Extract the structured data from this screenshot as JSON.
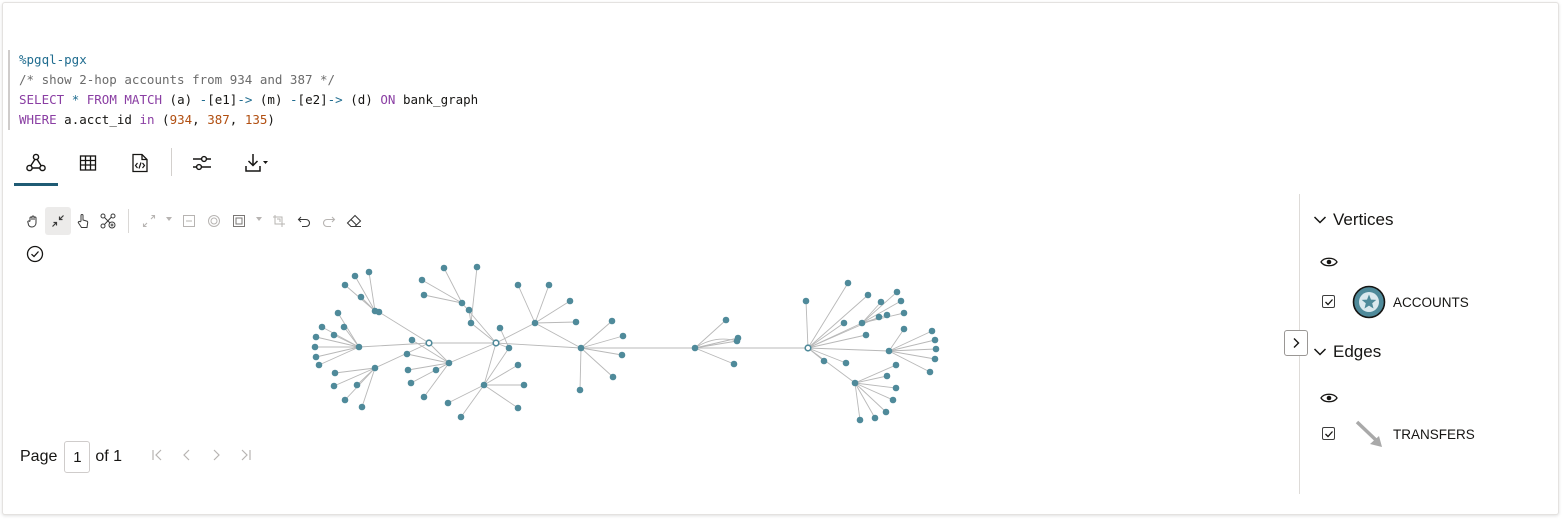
{
  "notebook": {
    "code_lines": [
      [
        {
          "t": "%pgql-pgx",
          "c": "op"
        }
      ],
      [
        {
          "t": "/* show 2-hop accounts from 934 and 387 */",
          "c": "cm"
        }
      ],
      [
        {
          "t": "SELECT",
          "c": "kw"
        },
        {
          "t": " ",
          "c": "plain"
        },
        {
          "t": "*",
          "c": "op"
        },
        {
          "t": " ",
          "c": "plain"
        },
        {
          "t": "FROM",
          "c": "kw"
        },
        {
          "t": " ",
          "c": "plain"
        },
        {
          "t": "MATCH",
          "c": "kw"
        },
        {
          "t": " (a) ",
          "c": "plain"
        },
        {
          "t": "-",
          "c": "op"
        },
        {
          "t": "[e1]",
          "c": "plain"
        },
        {
          "t": "->",
          "c": "op"
        },
        {
          "t": " (m) ",
          "c": "plain"
        },
        {
          "t": "-",
          "c": "op"
        },
        {
          "t": "[e2]",
          "c": "plain"
        },
        {
          "t": "->",
          "c": "op"
        },
        {
          "t": " (d) ",
          "c": "plain"
        },
        {
          "t": "ON",
          "c": "kw"
        },
        {
          "t": " bank_graph",
          "c": "plain"
        }
      ],
      [
        {
          "t": "WHERE",
          "c": "kw"
        },
        {
          "t": " a.acct_id ",
          "c": "plain"
        },
        {
          "t": "in",
          "c": "kw"
        },
        {
          "t": " (",
          "c": "plain"
        },
        {
          "t": "934",
          "c": "num"
        },
        {
          "t": ", ",
          "c": "plain"
        },
        {
          "t": "387",
          "c": "num"
        },
        {
          "t": ", ",
          "c": "plain"
        },
        {
          "t": "135",
          "c": "num"
        },
        {
          "t": ")",
          "c": "plain"
        }
      ]
    ]
  },
  "view_tabs": [
    {
      "id": "graph",
      "icon": "graph-view-icon",
      "active": true
    },
    {
      "id": "table",
      "icon": "table-view-icon",
      "active": false
    },
    {
      "id": "json",
      "icon": "json-view-icon",
      "active": false
    }
  ],
  "toolbar_right": [
    {
      "icon": "settings-sliders-icon"
    },
    {
      "icon": "download-icon"
    }
  ],
  "graph_tools": [
    "pan-hand-icon",
    "fit-to-screen-icon",
    "select-pointer-icon",
    "expand-neighbors-icon",
    "expand-icon",
    "collapse-icon",
    "focus-icon",
    "group-icon",
    "ungroup-icon",
    "undo-icon",
    "redo-icon",
    "eraser-icon",
    "confirm-check-icon"
  ],
  "pagination": {
    "page_label": "Page",
    "current_page": "1",
    "of_label": "of 1"
  },
  "legend": {
    "vertices_title": "Vertices",
    "vertex_label": "ACCOUNTS",
    "vertex_checked": true,
    "edges_title": "Edges",
    "edge_label": "TRANSFERS",
    "edge_checked": true
  },
  "colors": {
    "node": "#4f8a9a",
    "edge": "#b8b8b8",
    "accent": "#1f5b74"
  }
}
